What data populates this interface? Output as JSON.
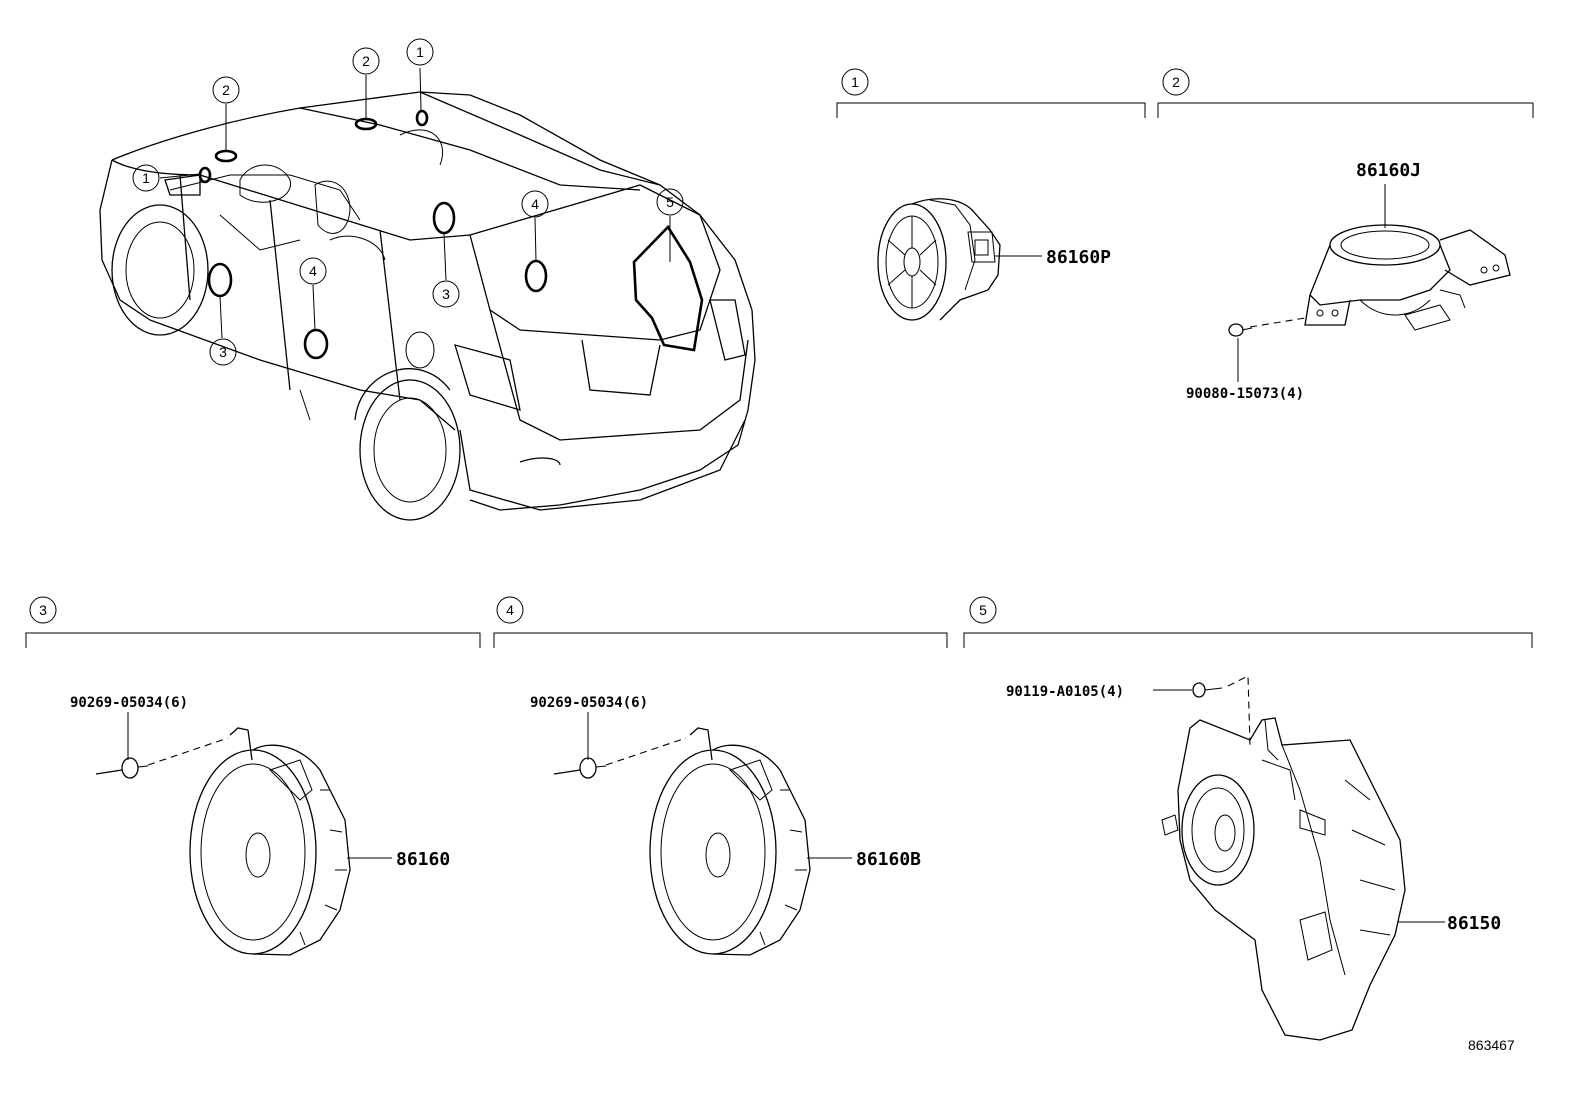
{
  "diagram": {
    "callouts": {
      "c1": "1",
      "c2": "2",
      "c3": "3",
      "c4": "4",
      "c5": "5"
    },
    "parts": {
      "p86160P": "86160P",
      "p86160J": "86160J",
      "p90080": "90080-15073(4)",
      "p86160": "86160",
      "p86160B": "86160B",
      "p86150": "86150",
      "p90269a": "90269-05034(6)",
      "p90269b": "90269-05034(6)",
      "p90119": "90119-A0105(4)"
    },
    "reference": "863467"
  }
}
